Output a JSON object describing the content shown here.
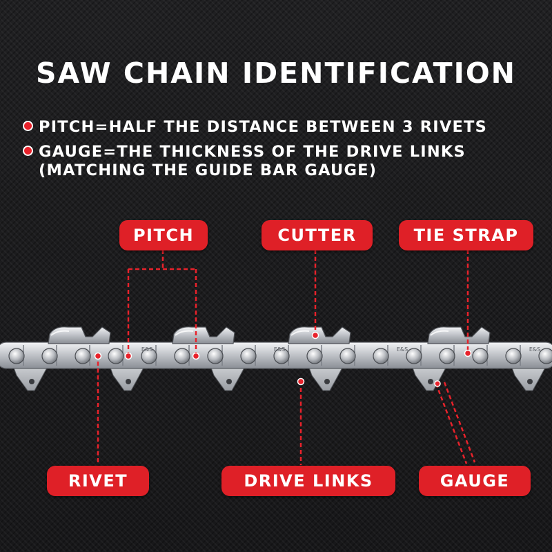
{
  "title": "SAW CHAIN IDENTIFICATION",
  "bullets": [
    "PITCH=HALF THE DISTANCE BETWEEN 3 RIVETS",
    "GAUGE=THE THICKNESS OF THE DRIVE LINKS"
  ],
  "bullet_continuation": "(MATCHING THE GUIDE BAR GAUGE)",
  "labels": {
    "pitch": "PITCH",
    "cutter": "CUTTER",
    "tie_strap": "TIE STRAP",
    "rivet": "RIVET",
    "drive_links": "DRIVE LINKS",
    "gauge": "GAUGE"
  },
  "link_stamp": "E&S",
  "colors": {
    "accent": "#df2027",
    "background": "#1c1c1e",
    "steel": "#c9ccd1",
    "text": "#ffffff"
  }
}
